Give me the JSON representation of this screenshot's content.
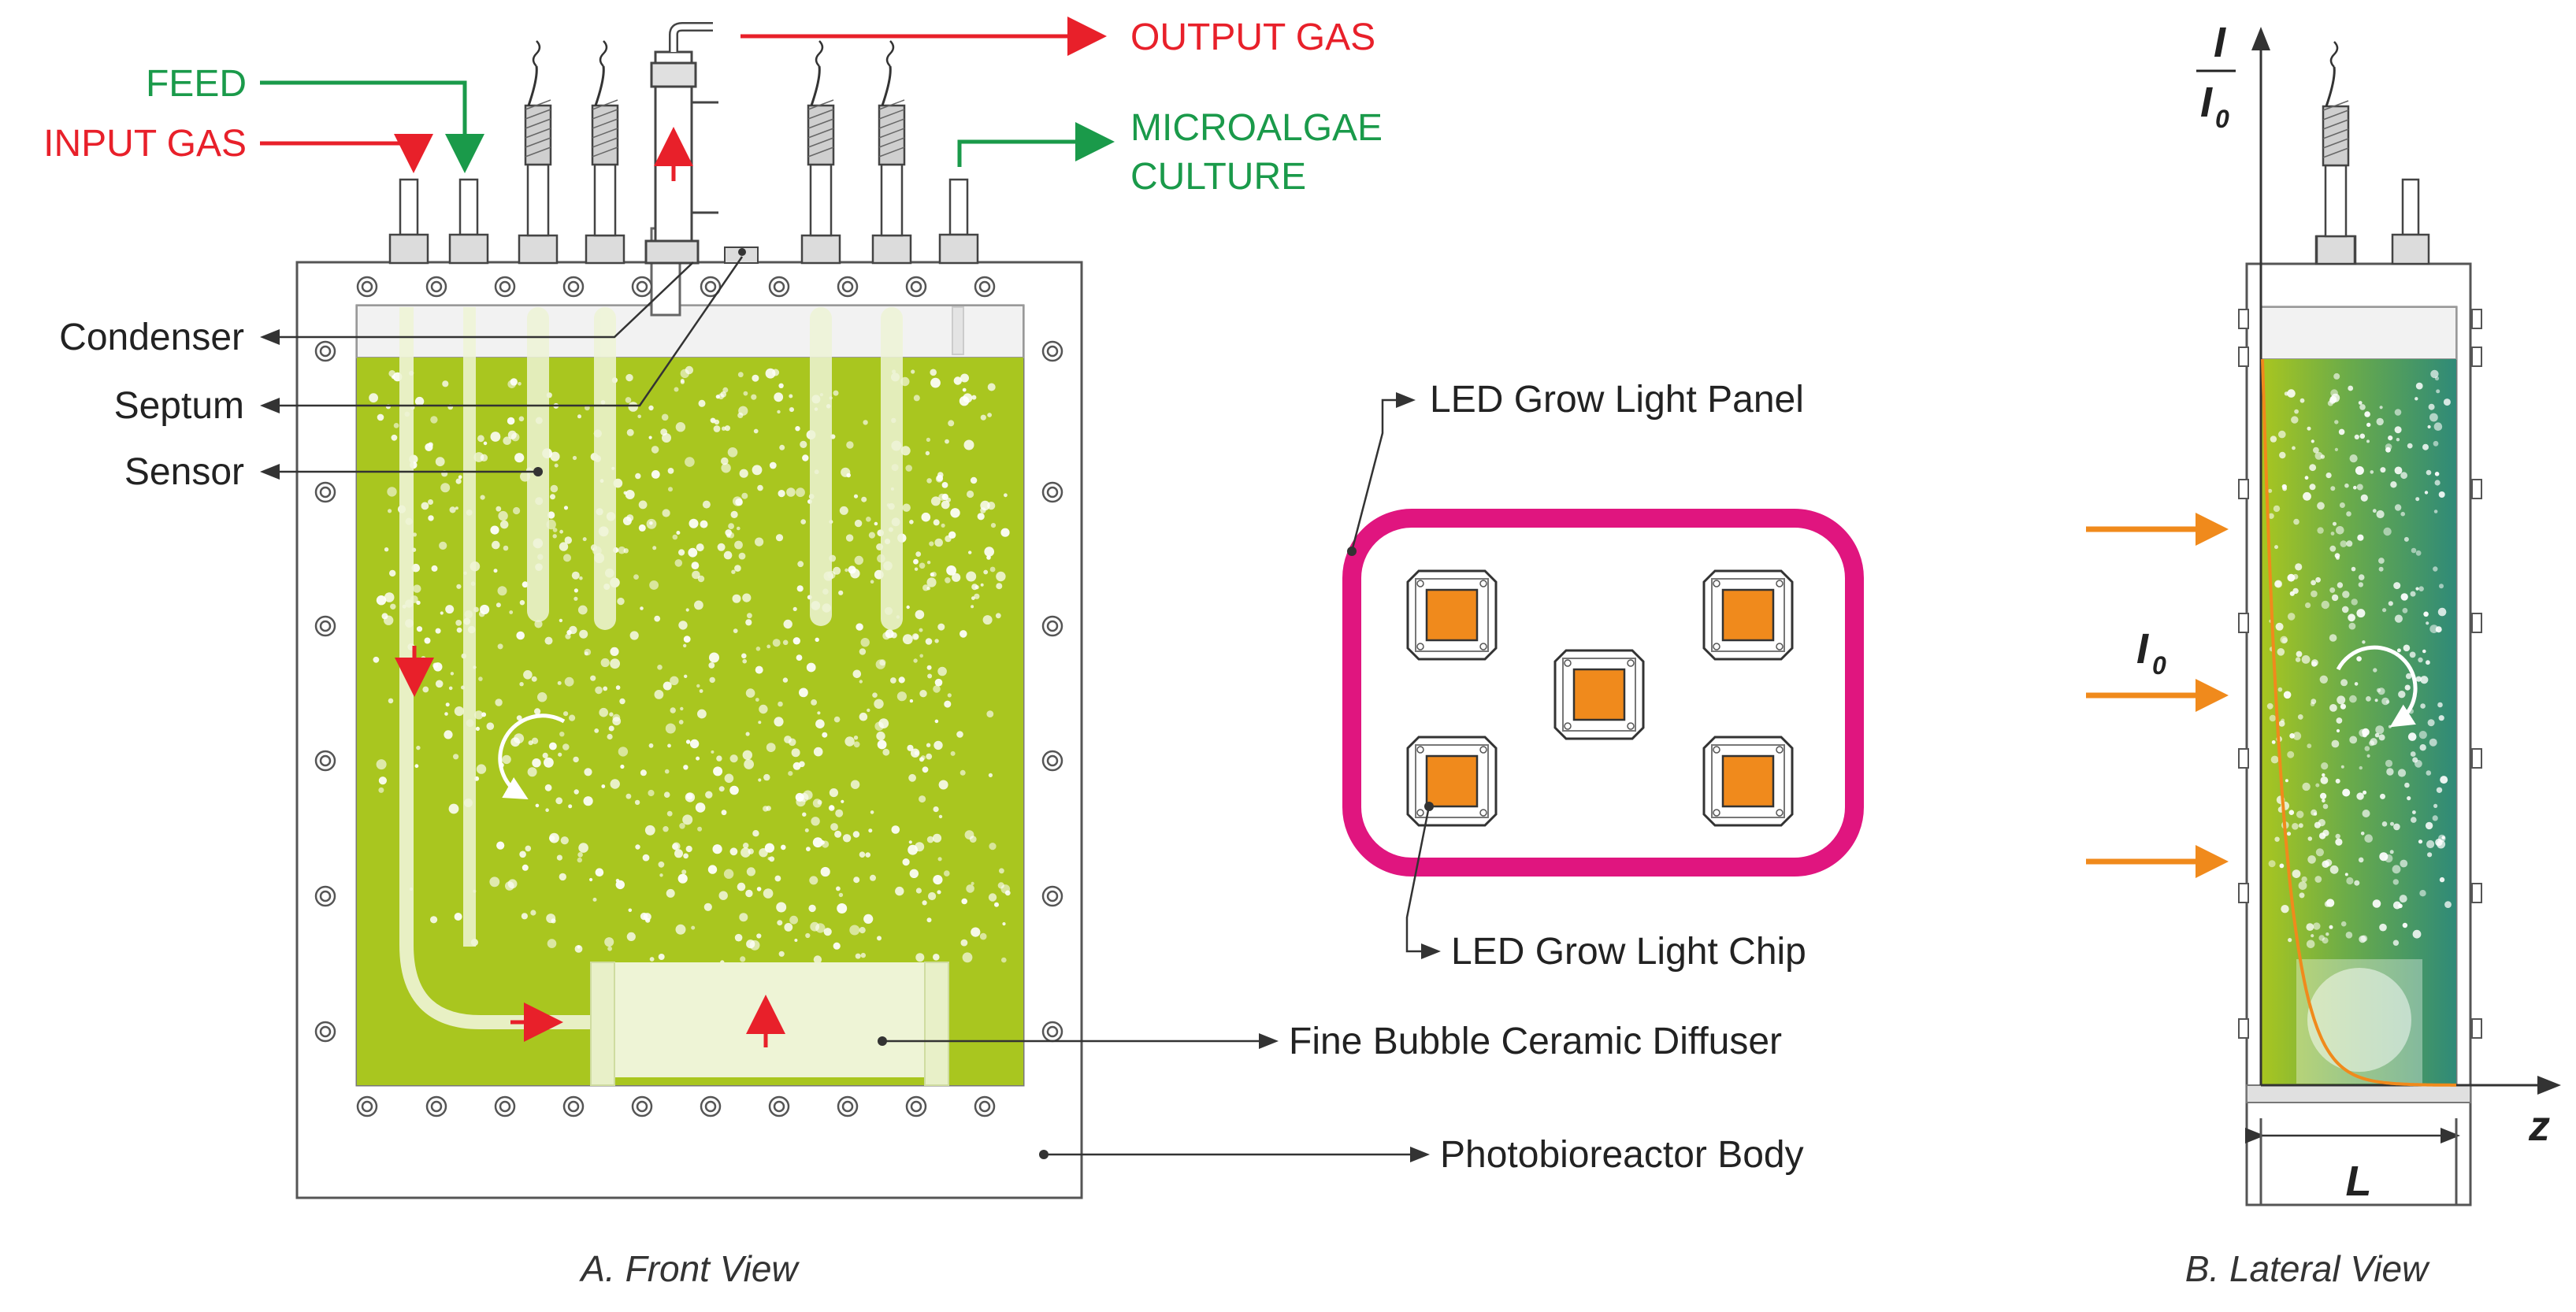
{
  "labels": {
    "feed": "FEED",
    "input_gas": "INPUT GAS",
    "output_gas": "OUTPUT GAS",
    "microalgae_line1": "MICROALGAE",
    "microalgae_line2": "CULTURE",
    "condenser": "Condenser",
    "septum": "Septum",
    "sensor": "Sensor",
    "led_panel": "LED Grow Light Panel",
    "led_chip": "LED Grow Light Chip",
    "diffuser": "Fine Bubble Ceramic Diffuser",
    "body": "Photobioreactor Body",
    "front_caption": "A. Front View",
    "lateral_caption": "B. Lateral View"
  },
  "axes": {
    "y_num": "I",
    "y_den": "I",
    "y_den_sub": "0",
    "x": "z",
    "incident": "I",
    "incident_sub": "0",
    "width": "L"
  },
  "colors": {
    "culture": "#a9c61f",
    "culture_dark": "#2f8a78",
    "gas_arrow": "#e8202a",
    "feed_arrow": "#1a9a4a",
    "led_frame": "#e0157f",
    "led_chip": "#f08a1c",
    "light_arrow": "#f08a1c"
  }
}
